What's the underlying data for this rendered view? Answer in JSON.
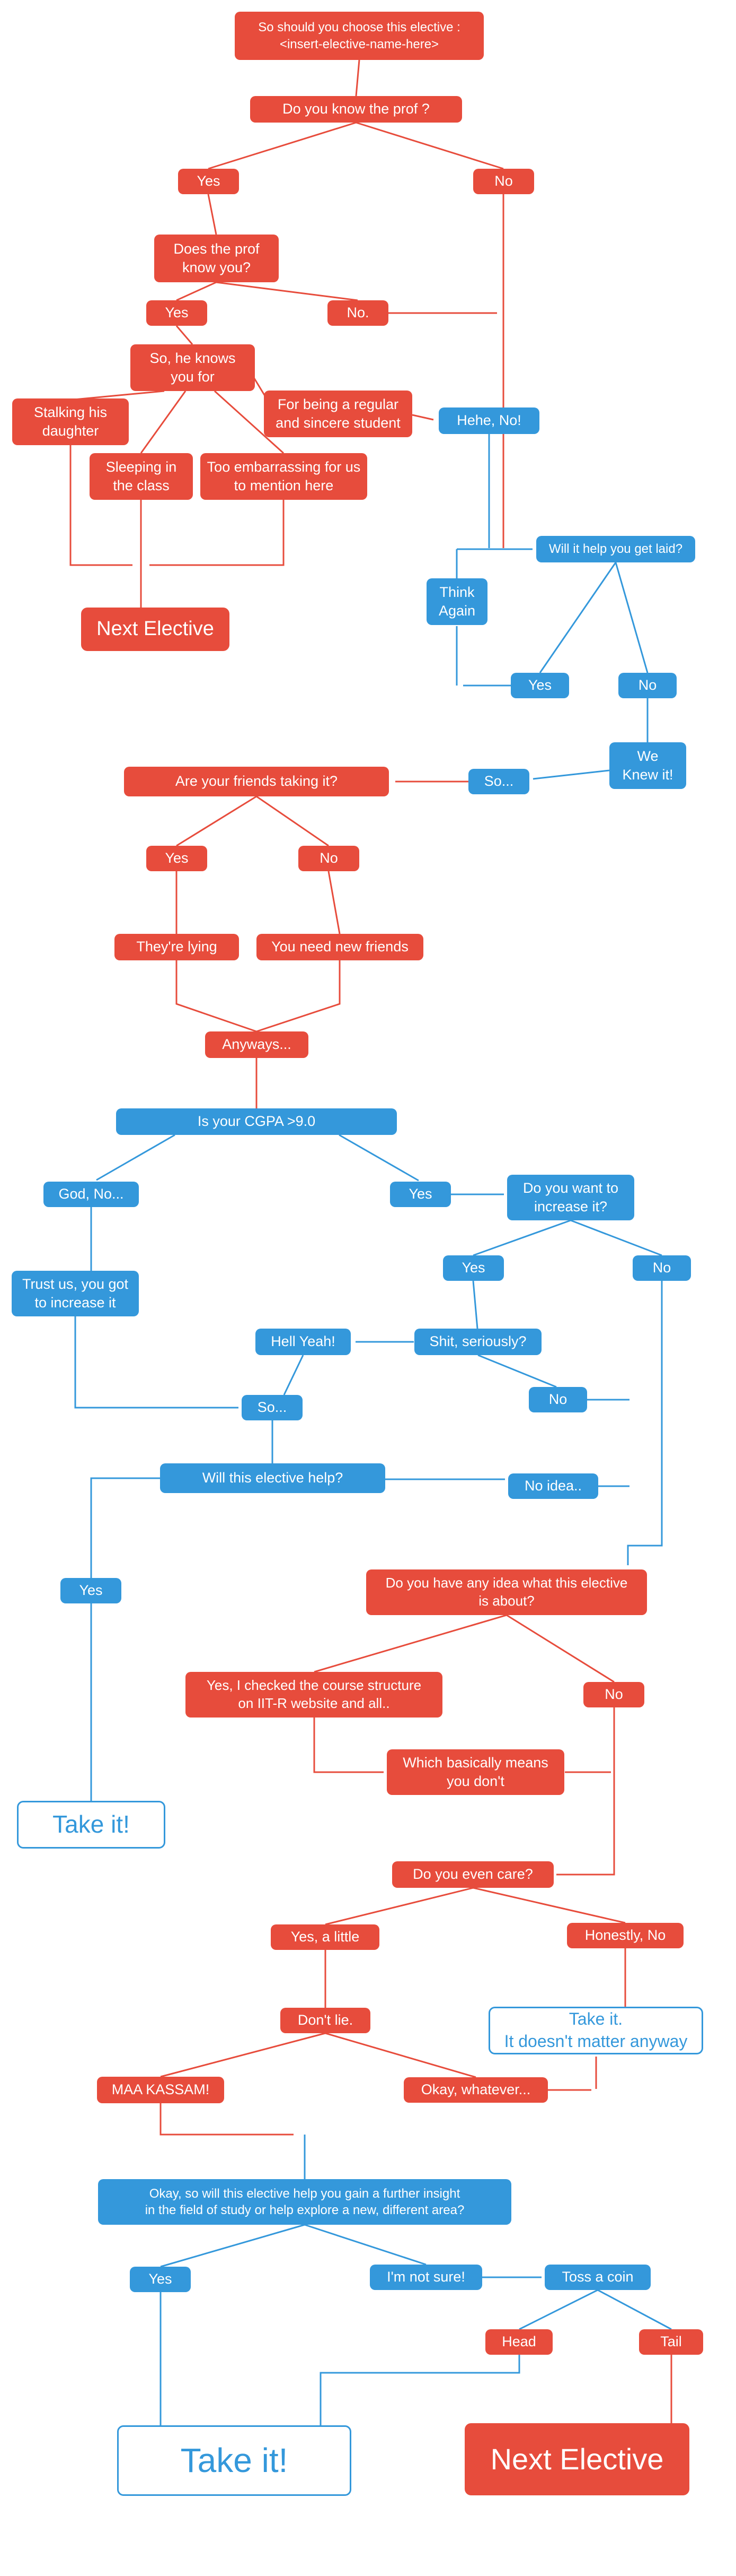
{
  "colors": {
    "red": "#e74c3c",
    "blue": "#3498db",
    "bg": "#ffffff"
  },
  "nodes": {
    "title": "So should you choose this elective :\n<insert-elective-name-here>",
    "q_know_prof": "Do you know the prof ?",
    "yes_know_prof": "Yes",
    "no_know_prof": "No",
    "q_prof_know_you": "Does the prof\nknow you?",
    "yes_prof_knows": "Yes",
    "no_prof_knows": "No.",
    "q_knows_you_for": "So, he knows\nyou for",
    "stalking_daughter": "Stalking his\ndaughter",
    "regular_student": "For being a regular\nand sincere student",
    "hehe_no": "Hehe, No!",
    "sleeping_class": "Sleeping in\nthe class",
    "too_embarrassing": "Too embarrassing for us\nto mention here",
    "q_get_laid": "Will it help you get laid?",
    "think_again": "Think\nAgain",
    "next_elective_top": "Next Elective",
    "yes_laid": "Yes",
    "no_laid": "No",
    "we_knew_it": "We\nKnew it!",
    "so_1": "So...",
    "q_friends_taking": "Are your friends taking it?",
    "yes_friends": "Yes",
    "no_friends": "No",
    "theyre_lying": "They're lying",
    "need_new_friends": "You need new friends",
    "anyways": "Anyways...",
    "q_cgpa": "Is your CGPA >9.0",
    "god_no": "God, No...",
    "yes_cgpa": "Yes",
    "q_increase": "Do you want to\nincrease it?",
    "trust_us": "Trust us, you got\nto increase it",
    "yes_increase": "Yes",
    "no_increase": "No",
    "hell_yeah": "Hell Yeah!",
    "shit_seriously": "Shit, seriously?",
    "no_shit": "No",
    "so_2": "So...",
    "q_elective_help": "Will this elective help?",
    "no_idea": "No idea..",
    "yes_help": "Yes",
    "q_about": "Do you have any idea what this elective\nis about?",
    "checked_structure": "Yes, I checked the course structure\non IIT-R website and all..",
    "no_about": "No",
    "basically_dont": "Which basically means\nyou don't",
    "take_it_1": "Take it!",
    "q_care": "Do you even care?",
    "yes_little": "Yes, a little",
    "honestly_no": "Honestly, No",
    "dont_lie": "Don't lie.",
    "take_it_matter": "Take it.\nIt doesn't matter anyway",
    "maa_kassam": "MAA KASSAM!",
    "okay_whatever": "Okay, whatever...",
    "q_insight": "Okay, so will this elective help you gain a further insight\nin the field of study or help explore a new, different area?",
    "yes_insight": "Yes",
    "not_sure": "I'm not sure!",
    "toss_coin": "Toss a coin",
    "head": "Head",
    "tail": "Tail",
    "take_it_final": "Take it!",
    "next_elective_final": "Next Elective"
  }
}
